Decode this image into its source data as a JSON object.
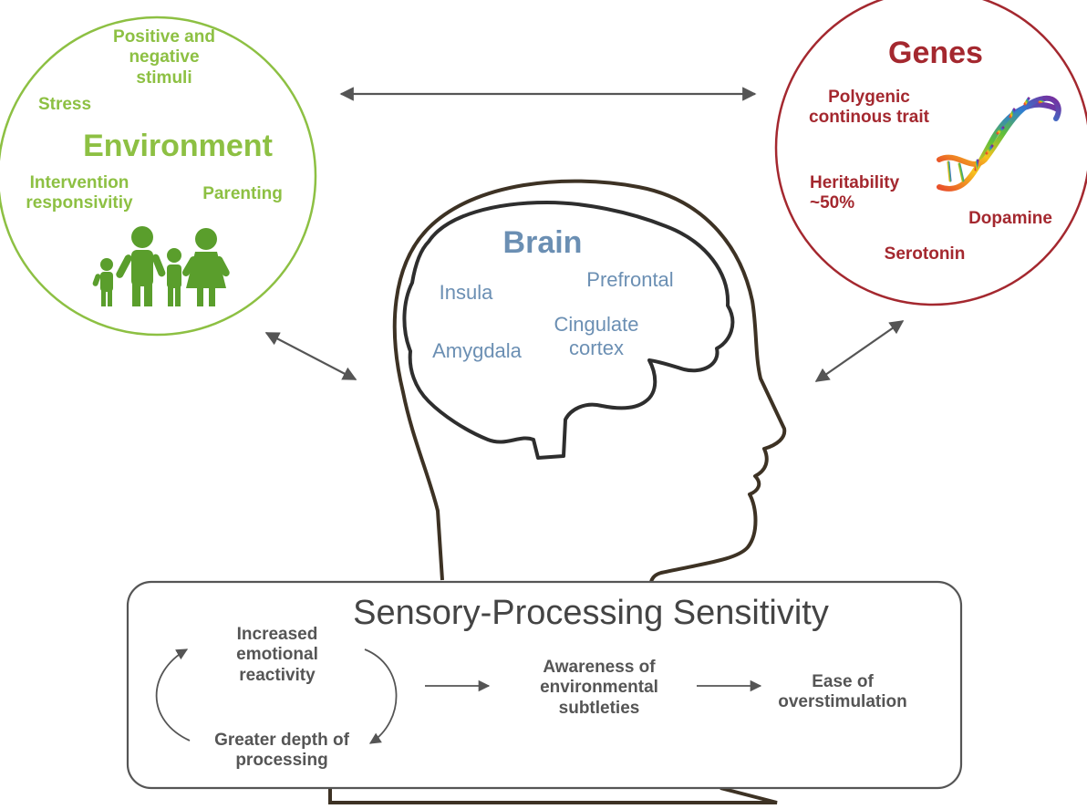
{
  "environment": {
    "title": "Environment",
    "items": {
      "stimuli": "Positive and\nnegative\nstimuli",
      "stress": "Stress",
      "intervention": "Intervention\nresponsivitiy",
      "parenting": "Parenting"
    },
    "icon": "family-icon",
    "color": "#8dc043"
  },
  "genes": {
    "title": "Genes",
    "items": {
      "polygenic": "Polygenic\ncontinous trait",
      "heritability": "Heritability\n~50%",
      "dopamine": "Dopamine",
      "serotonin": "Serotonin"
    },
    "icon": "dna-icon",
    "color": "#a4282f"
  },
  "brain": {
    "title": "Brain",
    "regions": {
      "insula": "Insula",
      "prefrontal": "Prefrontal",
      "cingulate": "Cingulate\ncortex",
      "amygdala": "Amygdala"
    },
    "color": "#6b8fb3"
  },
  "sps": {
    "title": "Sensory-Processing Sensitivity",
    "reactivity": "Increased\nemotional\nreactivity",
    "depth": "Greater depth of\nprocessing",
    "awareness": "Awareness of\nenvironmental\nsubtleties",
    "overstimulation": "Ease of\noverstimulation"
  }
}
